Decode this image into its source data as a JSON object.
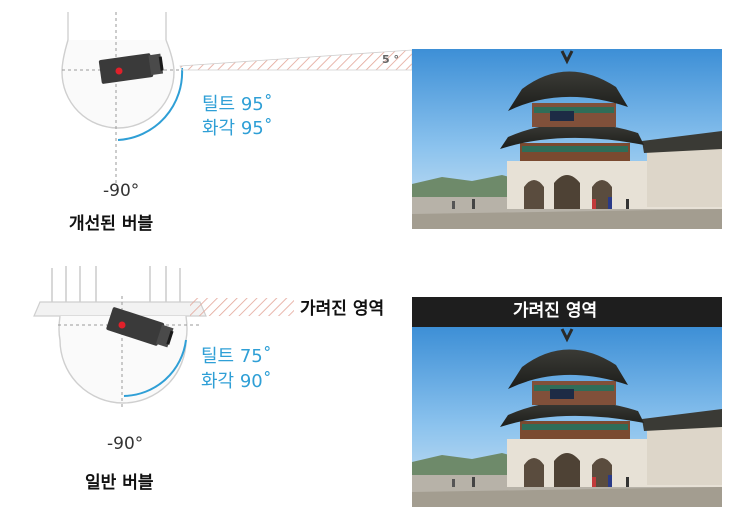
{
  "top": {
    "tilt": "틸트 95˚",
    "fov": "화각 95˚",
    "min_angle": "-90°",
    "caption": "개선된 버블",
    "hatch_angle": "5 °"
  },
  "bottom": {
    "tilt": "틸트 75˚",
    "fov": "화각 90˚",
    "min_angle": "-90°",
    "caption": "일반 버블",
    "hidden_label": "가려진 영역",
    "band_label": "가려진 영역"
  },
  "colors": {
    "accent": "#2f9fd6",
    "camera": "#3a3a3a",
    "lens_dot": "#e0202a",
    "hatch": "#e08a7a",
    "band": "#1e1e1e"
  }
}
